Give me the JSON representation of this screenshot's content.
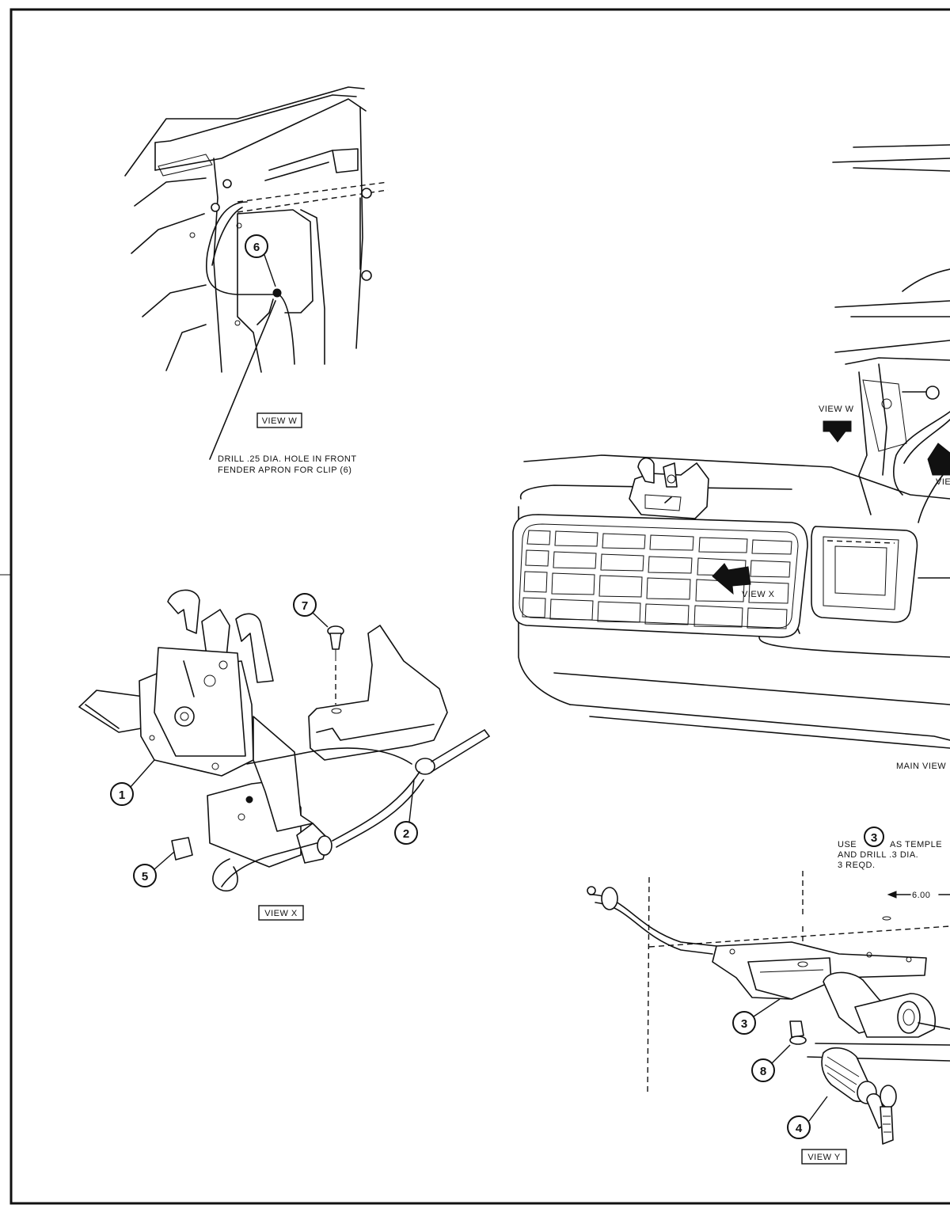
{
  "views": {
    "w": {
      "box_label": "VIEW W",
      "note_line1": "DRILL .25 DIA. HOLE IN FRONT",
      "note_line2": "FENDER APRON FOR CLIP (6)",
      "callout_6": "6"
    },
    "x": {
      "box_label": "VIEW X",
      "callout_1": "1",
      "callout_2": "2",
      "callout_5": "5",
      "callout_7": "7"
    },
    "main": {
      "label": "MAIN VIEW",
      "arrow_w": "VIEW W",
      "arrow_x": "VIEW X",
      "arrow_partial": "VIE"
    },
    "y": {
      "box_label": "VIEW Y",
      "note_line1": "USE",
      "note_line2": "AS TEMPLE",
      "note_line3": "AND DRILL .3 DIA.",
      "note_line4": "3 REQD.",
      "dimension": "6.00",
      "note_callout": "3",
      "callout_3": "3",
      "callout_4": "4",
      "callout_8": "8"
    }
  }
}
